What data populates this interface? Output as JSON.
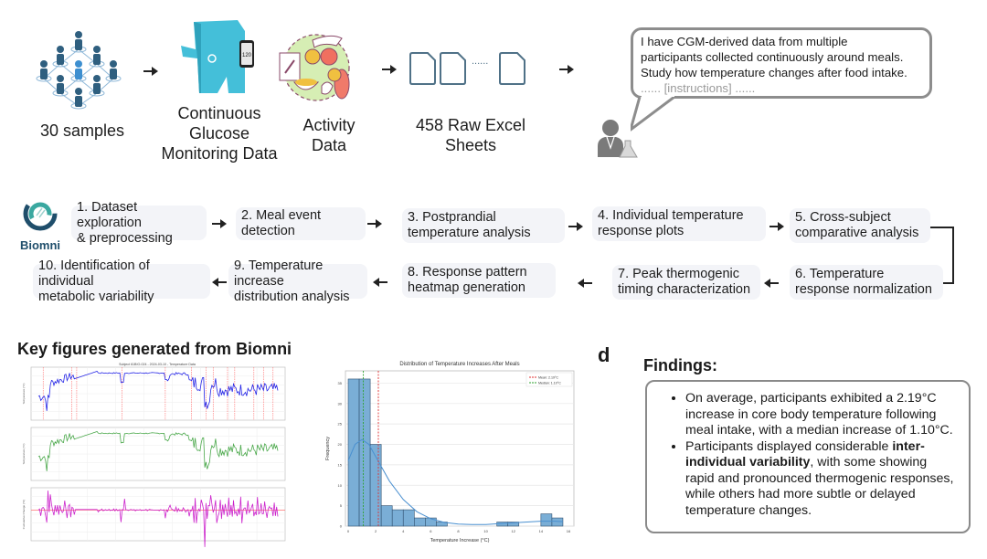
{
  "top_pipeline": {
    "items": [
      {
        "icon": "people-network-icon",
        "label": "30 samples"
      },
      {
        "icon": "cgm-person-icon",
        "label_lines": [
          "Continuous",
          "Glucose",
          "Monitoring Data"
        ]
      },
      {
        "icon": "food-activity-icon",
        "label_lines": [
          "Activity",
          "Data"
        ]
      },
      {
        "icon": "excel-sheets-icon",
        "label_lines": [
          "458 Raw Excel",
          "Sheets"
        ],
        "ellipsis": "......"
      }
    ],
    "cgm_phone_value": "120"
  },
  "user_prompt": {
    "lines": [
      "I have CGM-derived data from multiple",
      "participants collected continuously around meals.",
      "Study how temperature changes after food intake."
    ],
    "instructions": "...... [instructions] ......",
    "avatar_icon": "scientist-icon"
  },
  "biomni": {
    "logo_text": "Biomni",
    "steps": [
      {
        "n": 1,
        "lines": [
          "1. Dataset exploration",
          "& preprocessing"
        ]
      },
      {
        "n": 2,
        "lines": [
          "2. Meal event detection"
        ]
      },
      {
        "n": 3,
        "lines": [
          "3. Postprandial",
          "temperature analysis"
        ]
      },
      {
        "n": 4,
        "lines": [
          "4. Individual temperature",
          "response plots"
        ]
      },
      {
        "n": 5,
        "lines": [
          "5. Cross-subject",
          "comparative analysis"
        ]
      },
      {
        "n": 6,
        "lines": [
          "6. Temperature",
          "response normalization"
        ]
      },
      {
        "n": 7,
        "lines": [
          "7. Peak thermogenic",
          "timing characterization"
        ]
      },
      {
        "n": 8,
        "lines": [
          "8. Response pattern",
          "heatmap generation"
        ]
      },
      {
        "n": 9,
        "lines": [
          "9. Temperature increase",
          "distribution analysis"
        ]
      },
      {
        "n": 10,
        "lines": [
          "10. Identification of individual",
          "metabolic variability"
        ]
      }
    ]
  },
  "key_figures": {
    "title": "Key figures generated from Biomni",
    "timeseries_title": "Subject 61BIO-024 - 2024-03-10 - Temperature Data",
    "panels": [
      {
        "ylabel": "Temperature (°C)",
        "color": "#2323e6"
      },
      {
        "ylabel": "Temperature (°C)",
        "color": "#4aa84a"
      },
      {
        "ylabel": "Cumulative Change (°C)",
        "color": "#cc22cc",
        "baseline_color": "#ff7070"
      }
    ]
  },
  "panel_letter": "d",
  "findings": {
    "title": "Findings:",
    "bullets": [
      {
        "text": "On average, participants exhibited a 2.19°C increase in core body temperature following meal intake, with a median increase of 1.10°C."
      },
      {
        "pre": "Participants displayed considerable ",
        "bold": "inter-individual variability",
        "post": ", with some showing rapid and pronounced thermogenic responses, while others had more subtle or delayed temperature changes."
      }
    ]
  },
  "chart_data": {
    "type": "bar",
    "title": "Distribution of Temperature Increases After Meals",
    "xlabel": "Temperature Increase (°C)",
    "ylabel": "Frequency",
    "xlim": [
      -0.2,
      16.4
    ],
    "ylim": [
      0,
      38
    ],
    "xticks": [
      0,
      2,
      4,
      6,
      8,
      10,
      12,
      14,
      16
    ],
    "yticks": [
      0,
      5,
      10,
      15,
      20,
      25,
      30,
      35
    ],
    "bin_width": 0.8,
    "bin_starts": [
      0,
      0.8,
      1.6,
      2.4,
      3.2,
      4.0,
      4.8,
      5.6,
      6.4,
      10.8,
      11.6,
      14.0,
      14.8
    ],
    "values": [
      36,
      36,
      20,
      5,
      4,
      4,
      2,
      2,
      1,
      1,
      1,
      3,
      2
    ],
    "kde": [
      [
        0,
        16
      ],
      [
        0.5,
        20
      ],
      [
        1.0,
        21.2
      ],
      [
        1.5,
        20
      ],
      [
        2.0,
        17
      ],
      [
        3,
        11
      ],
      [
        4,
        6.5
      ],
      [
        5,
        3.5
      ],
      [
        6,
        1.8
      ],
      [
        7,
        0.9
      ],
      [
        8,
        0.5
      ],
      [
        9,
        0.4
      ],
      [
        10,
        0.4
      ],
      [
        11,
        0.6
      ],
      [
        12,
        0.8
      ],
      [
        13,
        1.0
      ],
      [
        14,
        1.2
      ],
      [
        15,
        1.2
      ],
      [
        15.6,
        1.1
      ]
    ],
    "mean": 2.19,
    "median": 1.1,
    "legend": [
      {
        "label": "Mean: 2.19°C",
        "color": "#e03030"
      },
      {
        "label": "Median: 1.10°C",
        "color": "#2ca02c"
      }
    ],
    "legend_position": "top-right",
    "bar_color": "#7aaed6",
    "grid": true
  }
}
